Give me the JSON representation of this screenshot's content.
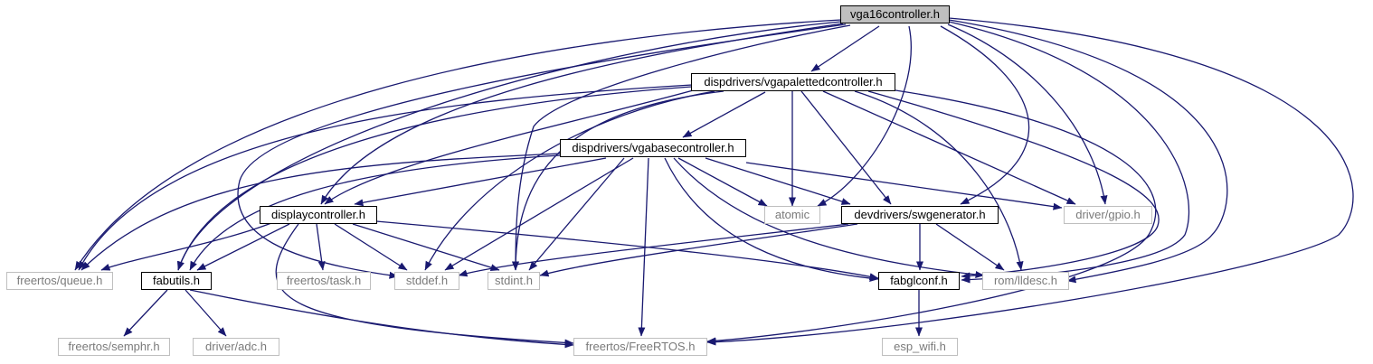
{
  "colors": {
    "edge": "#191970",
    "internal_border": "#000000",
    "external_border": "#bfbfbf",
    "external_text": "#7a7a7a",
    "root_fill": "#bfbfbf"
  },
  "nodes": {
    "vga16": "vga16controller.h",
    "vgapal": "dispdrivers/vgapalettedcontroller.h",
    "vgabase": "dispdrivers/vgabasecontroller.h",
    "dispctrl": "displaycontroller.h",
    "atomic": "atomic",
    "swgen": "devdrivers/swgenerator.h",
    "gpio": "driver/gpio.h",
    "queue": "freertos/queue.h",
    "fabutils": "fabutils.h",
    "task": "freertos/task.h",
    "stddef": "stddef.h",
    "stdint": "stdint.h",
    "fabglconf": "fabglconf.h",
    "lldesc": "rom/lldesc.h",
    "semphr": "freertos/semphr.h",
    "adc": "driver/adc.h",
    "freertos": "freertos/FreeRTOS.h",
    "espwifi": "esp_wifi.h"
  }
}
